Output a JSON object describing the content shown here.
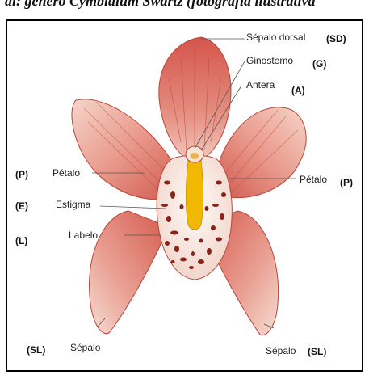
{
  "header_fragment": "al: gênero Cymbidium Swartz (fotografia ilustrativa",
  "labels": {
    "sepalo_dorsal": "Sépalo dorsal",
    "ginostemo": "Ginostemo",
    "antera": "Antera",
    "petalo_left": "Pétalo",
    "petalo_right": "Pétalo",
    "estigma": "Estigma",
    "labelo": "Labelo",
    "sepalo_left": "Sépalo",
    "sepalo_right": "Sépalo"
  },
  "codes": {
    "sd": "(SD)",
    "g": "(G)",
    "a": "(A)",
    "p_left": "(P)",
    "p_right": "(P)",
    "e": "(E)",
    "l": "(L)",
    "sl_left": "(SL)",
    "sl_right": "(SL)"
  },
  "colors": {
    "petal_base": "#e0867a",
    "petal_dark": "#c8483d",
    "petal_light": "#f6d6cc",
    "labellum": "#fbf3ee",
    "labellum_spots": "#8a2418",
    "column": "#f0b800"
  }
}
